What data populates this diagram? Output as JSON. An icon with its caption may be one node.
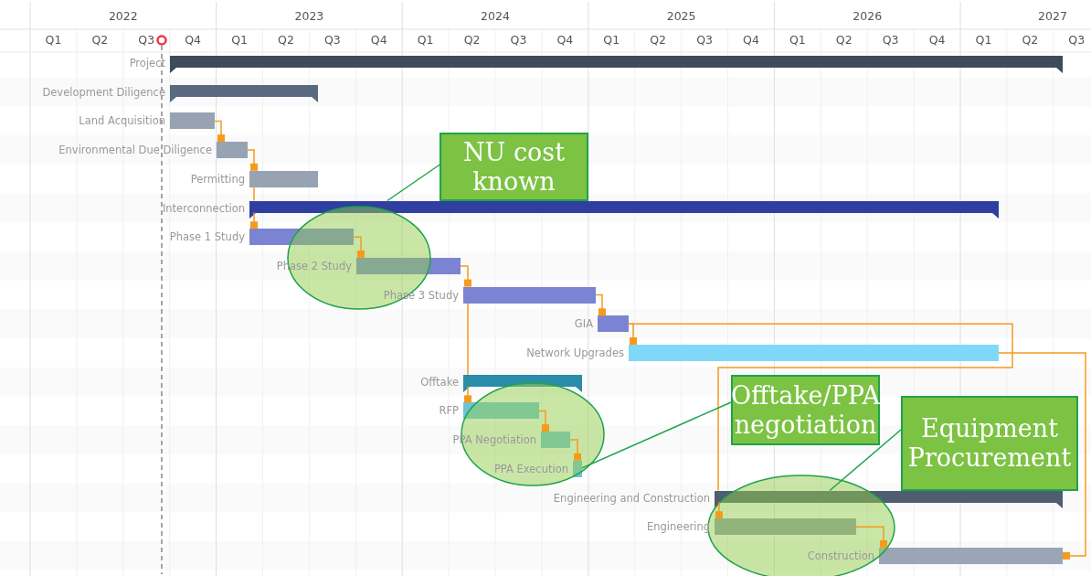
{
  "diagram": {
    "nodes": [
      {
        "text": [],
        "shape": "bar",
        "beside": [
          "Project"
        ]
      },
      {
        "text": [],
        "shape": "bar",
        "beside": [
          "Development Diligence"
        ]
      },
      {
        "text": [],
        "shape": "bar",
        "beside": [
          "Land Acquisition"
        ]
      },
      {
        "text": [],
        "shape": "bar",
        "beside": [
          "Environmental Due Diligence"
        ]
      },
      {
        "text": [],
        "shape": "bar",
        "beside": [
          "Permitting"
        ]
      },
      {
        "text": [],
        "shape": "bar",
        "beside": [
          "Interconnection"
        ]
      },
      {
        "text": [],
        "shape": "bar",
        "beside": [
          "Phase 1 Study"
        ]
      },
      {
        "text": [],
        "shape": "bar",
        "beside": [
          "Phase 2 Study"
        ]
      },
      {
        "text": [],
        "shape": "bar",
        "beside": [
          "Phase 3 Study"
        ]
      },
      {
        "text": [],
        "shape": "bar",
        "beside": [
          "GIA"
        ]
      },
      {
        "text": [],
        "shape": "bar",
        "beside": [
          "Network Upgrades"
        ]
      },
      {
        "text": [],
        "shape": "bar",
        "beside": [
          "Offtake"
        ]
      },
      {
        "text": [],
        "shape": "bar",
        "beside": [
          "RFP"
        ]
      },
      {
        "text": [],
        "shape": "bar",
        "beside": [
          "PPA Negotiation"
        ]
      },
      {
        "text": [],
        "shape": "bar",
        "beside": [
          "PPA Execution"
        ]
      },
      {
        "text": [],
        "shape": "bar",
        "beside": [
          "Engineering and Construction"
        ]
      },
      {
        "text": [],
        "shape": "bar",
        "beside": [
          "Engineering"
        ]
      },
      {
        "text": [],
        "shape": "bar",
        "beside": [
          "Construction"
        ]
      },
      {
        "text": [
          "NU cost known"
        ]
      },
      {
        "text": [
          "Offtake/PPA negotiation"
        ]
      },
      {
        "text": [
          "Equipment Procurement"
        ]
      }
    ],
    "edges": [
      {
        "from": 2,
        "to": 3,
        "arrow": "other"
      },
      {
        "from": 3,
        "to": 4,
        "arrow": "other"
      },
      {
        "from": 4,
        "to": 5,
        "arrow": "none"
      },
      {
        "from": 5,
        "to": 6,
        "arrow": "other"
      },
      {
        "from": 6,
        "to": 7,
        "arrow": "other"
      },
      {
        "from": 7,
        "to": 8,
        "arrow": "other"
      },
      {
        "from": 8,
        "to": 11,
        "arrow": "none"
      },
      {
        "from": 11,
        "to": 12,
        "arrow": "other"
      },
      {
        "from": 8,
        "to": 9,
        "arrow": "other"
      },
      {
        "from": 9,
        "to": 10,
        "arrow": "other"
      },
      {
        "from": 9,
        "to": 15,
        "arrow": "none"
      },
      {
        "from": 15,
        "to": 16,
        "arrow": "other"
      },
      {
        "from": 12,
        "to": 13,
        "arrow": "other"
      },
      {
        "from": 13,
        "to": 14,
        "arrow": "other"
      },
      {
        "from": 16,
        "to": 17,
        "arrow": "other"
      },
      {
        "from": 10,
        "to": 17,
        "arrow": "other"
      },
      {
        "from": 18,
        "to": 5,
        "arrow": "none",
        "color": "#1fa34a"
      },
      {
        "from": 19,
        "to": 14,
        "arrow": "none",
        "color": "#1fa34a"
      },
      {
        "from": 20,
        "to": 15,
        "arrow": "none",
        "color": "#1fa34a"
      }
    ],
    "labels": [
      "2022",
      "2023",
      "2024",
      "2025",
      "2026",
      "2027",
      "Q1",
      "Q2",
      "Q3",
      "Q4",
      "Q1",
      "Q2",
      "Q3",
      "Q4",
      "Q1",
      "Q2",
      "Q3",
      "Q4",
      "Q1",
      "Q2",
      "Q3",
      "Q4",
      "Q1",
      "Q2",
      "Q3",
      "Q4",
      "Q1",
      "Q2",
      "Q3"
    ]
  }
}
